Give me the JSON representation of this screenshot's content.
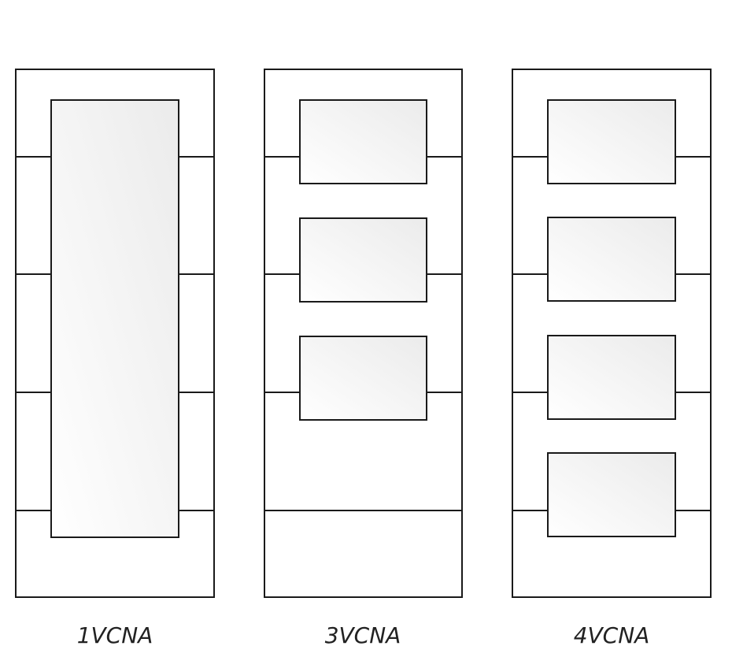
{
  "colors": {
    "stroke": "#1a1a1a",
    "background": "#ffffff",
    "glass_light": "#ffffff",
    "glass_dark": "#ececec"
  },
  "doors": [
    {
      "label": "1VCNA",
      "glass_panels": 1
    },
    {
      "label": "3VCNA",
      "glass_panels": 3
    },
    {
      "label": "4VCNA",
      "glass_panels": 4
    }
  ]
}
